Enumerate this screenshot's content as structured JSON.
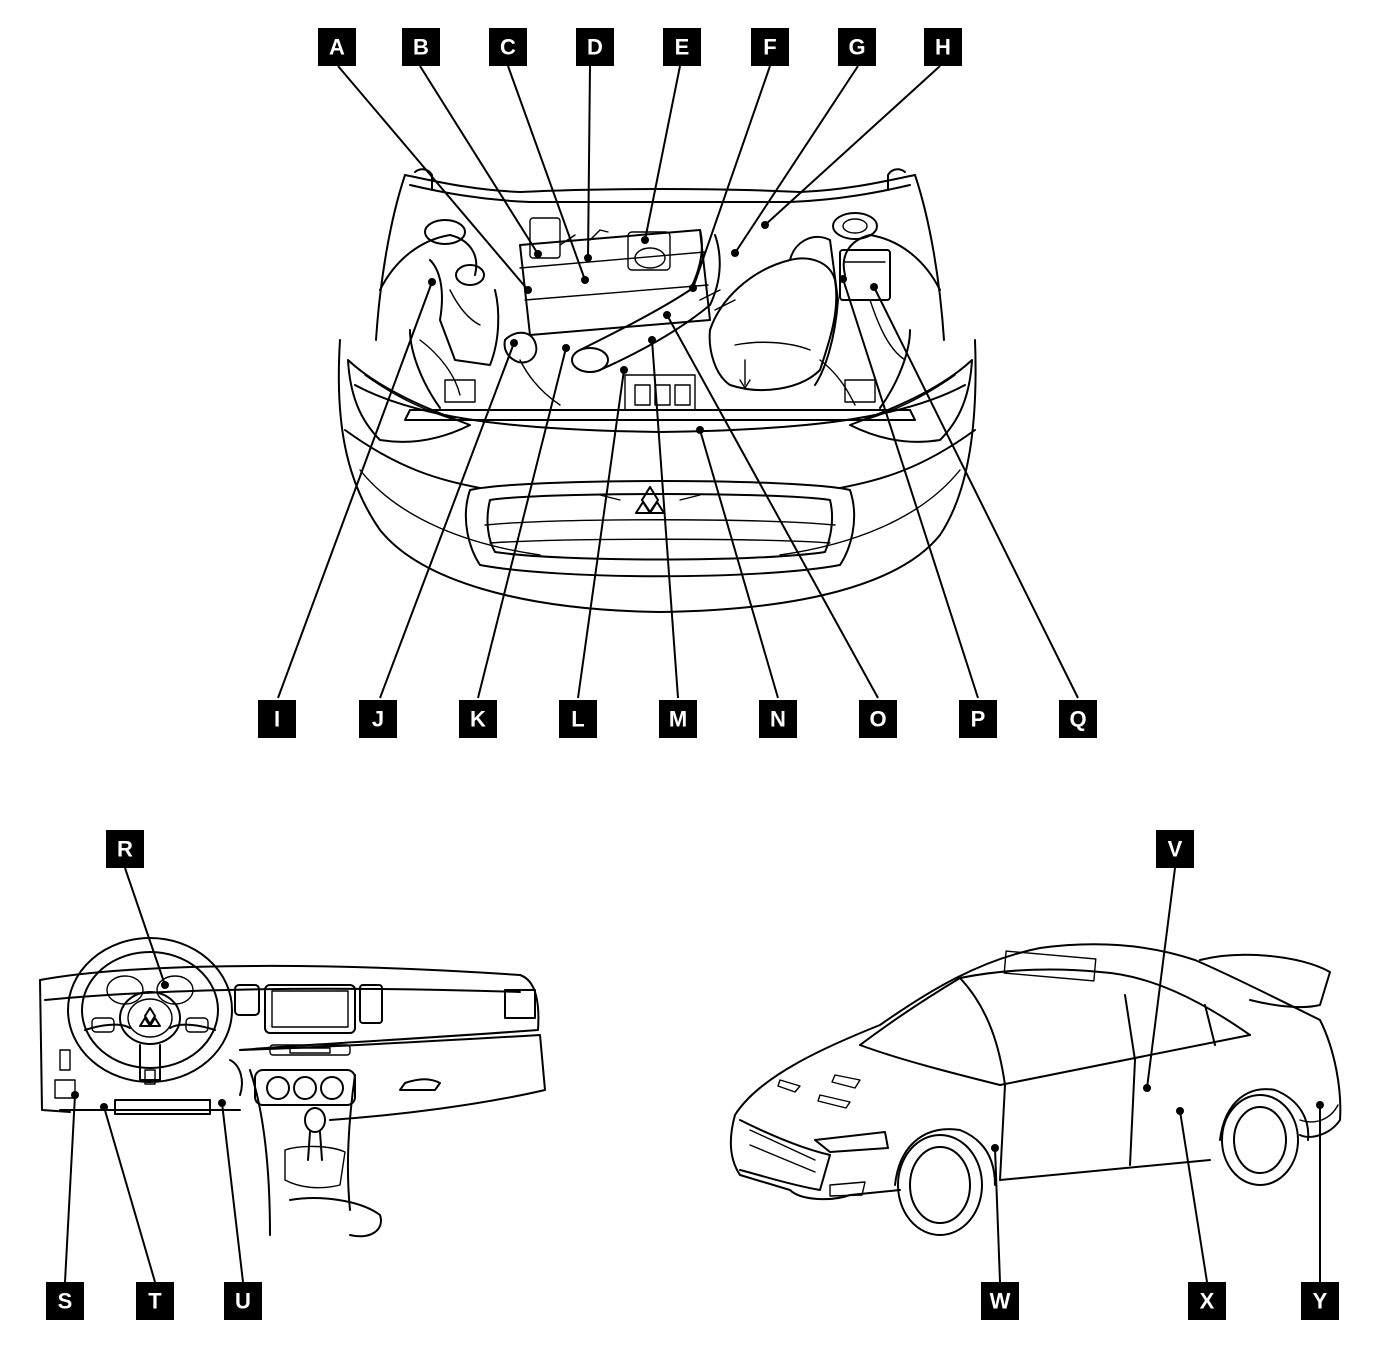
{
  "figure": {
    "views": [
      "engine-compartment",
      "instrument-panel",
      "vehicle-exterior"
    ],
    "colors": {
      "line": "#000000",
      "tag_background": "#000000",
      "tag_text": "#ffffff",
      "page": "#ffffff"
    }
  },
  "callouts": [
    {
      "id": "A",
      "label": "A"
    },
    {
      "id": "B",
      "label": "B"
    },
    {
      "id": "C",
      "label": "C"
    },
    {
      "id": "D",
      "label": "D"
    },
    {
      "id": "E",
      "label": "E"
    },
    {
      "id": "F",
      "label": "F"
    },
    {
      "id": "G",
      "label": "G"
    },
    {
      "id": "H",
      "label": "H"
    },
    {
      "id": "I",
      "label": "I"
    },
    {
      "id": "J",
      "label": "J"
    },
    {
      "id": "K",
      "label": "K"
    },
    {
      "id": "L",
      "label": "L"
    },
    {
      "id": "M",
      "label": "M"
    },
    {
      "id": "N",
      "label": "N"
    },
    {
      "id": "O",
      "label": "O"
    },
    {
      "id": "P",
      "label": "P"
    },
    {
      "id": "Q",
      "label": "Q"
    },
    {
      "id": "R",
      "label": "R"
    },
    {
      "id": "S",
      "label": "S"
    },
    {
      "id": "T",
      "label": "T"
    },
    {
      "id": "U",
      "label": "U"
    },
    {
      "id": "V",
      "label": "V"
    },
    {
      "id": "W",
      "label": "W"
    },
    {
      "id": "X",
      "label": "X"
    },
    {
      "id": "Y",
      "label": "Y"
    }
  ]
}
